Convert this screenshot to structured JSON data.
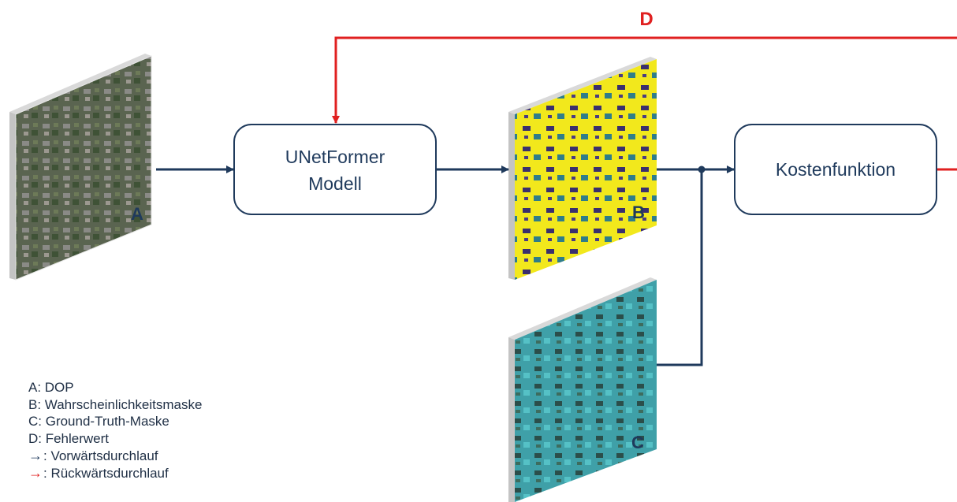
{
  "diagram": {
    "nodes": {
      "model": {
        "line1": "UNetFormer",
        "line2": "Modell"
      },
      "loss": {
        "label": "Kostenfunktion"
      }
    },
    "images": {
      "a": {
        "label": "A"
      },
      "b": {
        "label": "B"
      },
      "c": {
        "label": "C"
      }
    },
    "backward_label": "D"
  },
  "legend": {
    "items": [
      {
        "text": "A: DOP"
      },
      {
        "text": "B: Wahrscheinlichkeitsmaske"
      },
      {
        "text": "C: Ground-Truth-Maske"
      },
      {
        "text": "D: Fehlerwert"
      },
      {
        "arrow": "→",
        "text": ": Vorwärtsdurchlauf",
        "color": "#1f3a5c"
      },
      {
        "arrow": "→",
        "text": ": Rückwärtsdurchlauf",
        "color": "#e02020"
      }
    ]
  },
  "colors": {
    "forward": "#1f3a5c",
    "backward": "#e02020",
    "box_text": "#1f3a5c"
  }
}
